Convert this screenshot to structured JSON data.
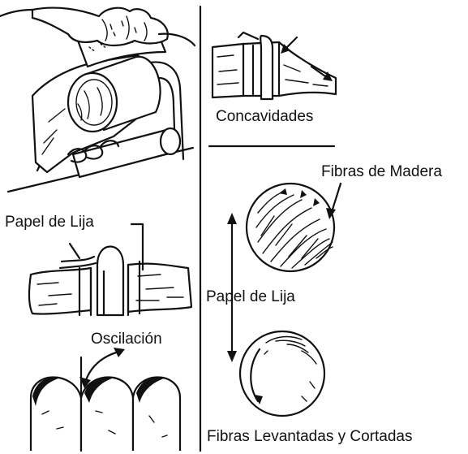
{
  "labels": {
    "concavities": "Concavidades",
    "wood_fibers": "Fibras de Madera",
    "sandpaper_left": "Papel de Lija",
    "oscillation": "Oscilación",
    "sandpaper_right": "Papel de Lija",
    "raised_cut_fibers": "Fibras Levantadas y Cortadas"
  }
}
